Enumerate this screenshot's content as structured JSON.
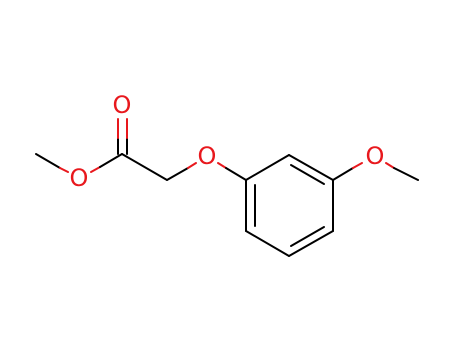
{
  "molecule": {
    "atoms": {
      "carbonyl_oxygen": {
        "symbol": "O",
        "color": "#e8181d"
      },
      "ester_oxygen": {
        "symbol": "O",
        "color": "#e8181d"
      },
      "ether_oxygen": {
        "symbol": "O",
        "color": "#e8181d"
      },
      "methoxy_oxygen": {
        "symbol": "O",
        "color": "#e8181d"
      }
    },
    "colors": {
      "bond": "#000000",
      "heteroatom": "#e8181d",
      "background": "#ffffff"
    }
  }
}
